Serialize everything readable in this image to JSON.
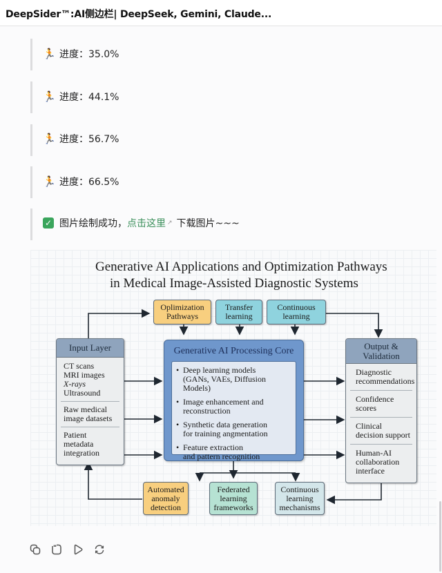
{
  "window": {
    "title": "DeepSider™:AI侧边栏| DeepSeek, Gemini, Claude..."
  },
  "progress": [
    {
      "icon": "runner-icon",
      "label": "进度：",
      "value": "35.0%"
    },
    {
      "icon": "runner-icon",
      "label": "进度：",
      "value": "44.1%"
    },
    {
      "icon": "runner-icon",
      "label": "进度：",
      "value": "56.7%"
    },
    {
      "icon": "runner-icon",
      "label": "进度：",
      "value": "66.5%"
    }
  ],
  "success": {
    "icon": "check-icon",
    "prefix": "图片绘制成功，",
    "link": "点击这里",
    "suffix": "下载图片~~~"
  },
  "diagram": {
    "title_line1": "Generative AI Applications and Optimization Pathways",
    "title_line2": "in Medical Image-Assisted Diagnostic Systems",
    "top_boxes": [
      {
        "line1": "Oplimization",
        "line2": "Pathways",
        "color": "#f8cf7f"
      },
      {
        "line1": "Transfer",
        "line2": "learning",
        "color": "#8fd3de"
      },
      {
        "line1": "Continuous",
        "line2": "learning",
        "color": "#8fd3de"
      }
    ],
    "input_layer": {
      "header": "Input Layer",
      "sections": [
        [
          "CT scans",
          "MRI images",
          "X-rays",
          "Ultrasound"
        ],
        [
          "Raw medical",
          "image datasets"
        ],
        [
          "Patient",
          "metadata",
          "integration"
        ]
      ]
    },
    "core": {
      "header": "Generative AI Processing Core",
      "items": [
        [
          "Deep learning models",
          "(GANs, VAEs, Diffusion Models)"
        ],
        [
          "Image enhancement and",
          "reconstruction"
        ],
        [
          "Synthetic data generation",
          "for training angmentation"
        ],
        [
          "Feature extraction",
          "and pattern recognition"
        ]
      ]
    },
    "output": {
      "header_line1": "Output &",
      "header_line2": "Validation",
      "sections": [
        [
          "Diagnostic",
          "recommendations"
        ],
        [
          "Confidence",
          "scores"
        ],
        [
          "Clinical",
          "decision support"
        ],
        [
          "Human-AI",
          "collaboration",
          "interface"
        ]
      ]
    },
    "bottom_boxes": [
      {
        "lines": [
          "Automated",
          "anomaly",
          "detection"
        ],
        "color": "#f8cf7f"
      },
      {
        "lines": [
          "Federated",
          "learning",
          "frameworks"
        ],
        "color": "#b6e2d3"
      },
      {
        "lines": [
          "Continuous",
          "learning",
          "mechanisms"
        ],
        "color": "#d3e6ea"
      }
    ]
  },
  "toolbar": [
    {
      "icon": "copy-icon"
    },
    {
      "icon": "quote-icon"
    },
    {
      "icon": "play-icon"
    },
    {
      "icon": "regenerate-icon"
    }
  ]
}
